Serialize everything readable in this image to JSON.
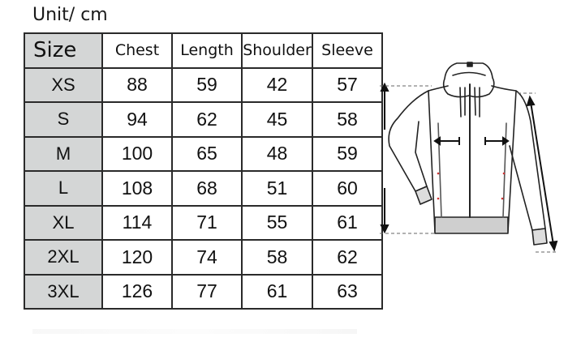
{
  "unit_label": "Unit/ cm",
  "table": {
    "headers": [
      "Size",
      "Chest",
      "Length",
      "Shoulder",
      "Sleeve"
    ],
    "rows": [
      {
        "size": "XS",
        "chest": "88",
        "length": "59",
        "shoulder": "42",
        "sleeve": "57"
      },
      {
        "size": "S",
        "chest": "94",
        "length": "62",
        "shoulder": "45",
        "sleeve": "58"
      },
      {
        "size": "M",
        "chest": "100",
        "length": "65",
        "shoulder": "48",
        "sleeve": "59"
      },
      {
        "size": "L",
        "chest": "108",
        "length": "68",
        "shoulder": "51",
        "sleeve": "60"
      },
      {
        "size": "XL",
        "chest": "114",
        "length": "71",
        "shoulder": "55",
        "sleeve": "61"
      },
      {
        "size": "2XL",
        "chest": "120",
        "length": "74",
        "shoulder": "58",
        "sleeve": "62"
      },
      {
        "size": "3XL",
        "chest": "126",
        "length": "77",
        "shoulder": "61",
        "sleeve": "63"
      }
    ]
  },
  "diagram": {
    "subject": "zip-up hoodie line drawing",
    "measurements_shown": [
      "length",
      "chest",
      "sleeve"
    ]
  },
  "colors": {
    "size_column_bg": "#d4d6d6",
    "border": "#2a2a2a",
    "text": "#111111"
  }
}
